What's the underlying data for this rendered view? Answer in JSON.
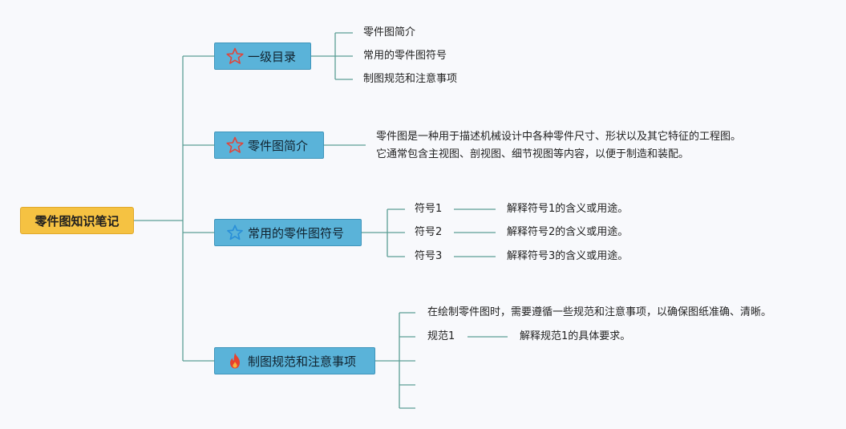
{
  "root": {
    "label": "零件图知识笔记"
  },
  "branches": [
    {
      "label": "一级目录",
      "icon": "star-outline-icon",
      "icon_color": "#e0453a",
      "children": [
        "零件图简介",
        "常用的零件图符号",
        "制图规范和注意事项"
      ]
    },
    {
      "label": "零件图简介",
      "icon": "star-outline-icon",
      "icon_color": "#e0453a",
      "description": [
        "零件图是一种用于描述机械设计中各种零件尺寸、形状以及其它特征的工程图。",
        "它通常包含主视图、剖视图、细节视图等内容，以便于制造和装配。"
      ]
    },
    {
      "label": "常用的零件图符号",
      "icon": "star-outline-icon",
      "icon_color": "#2a8fd8",
      "children": [
        {
          "label": "符号1",
          "detail": "解释符号1的含义或用途。"
        },
        {
          "label": "符号2",
          "detail": "解释符号2的含义或用途。"
        },
        {
          "label": "符号3",
          "detail": "解释符号3的含义或用途。"
        }
      ]
    },
    {
      "label": "制图规范和注意事项",
      "icon": "fire-icon",
      "icon_color": "#e8412c",
      "children": [
        {
          "label": "在绘制零件图时，需要遵循一些规范和注意事项，以确保图纸准确、清晰。"
        },
        {
          "label": "规范1",
          "detail": "解释规范1的具体要求。"
        },
        {
          "label": ""
        },
        {
          "label": ""
        },
        {
          "label": ""
        }
      ]
    }
  ],
  "colors": {
    "line": "#5b9e95",
    "branch_fill": "#5ab3d9",
    "root_fill": "#f5c242"
  }
}
